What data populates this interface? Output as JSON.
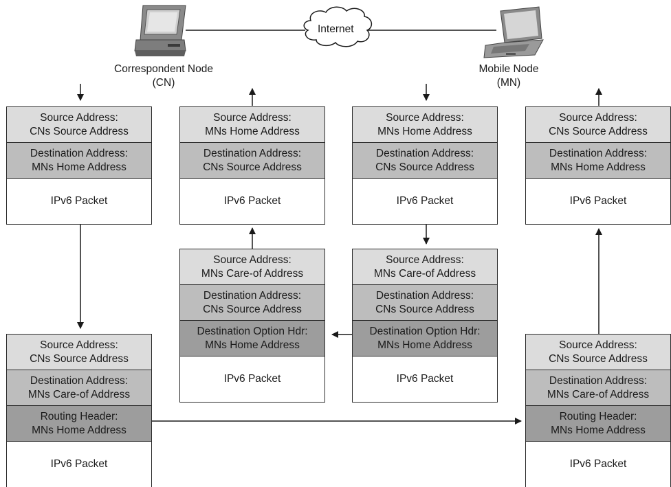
{
  "internet_label": "Internet",
  "nodes": {
    "cn": {
      "name": "Correspondent Node",
      "abbr": "(CN)"
    },
    "mn": {
      "name": "Mobile Node",
      "abbr": "(MN)"
    }
  },
  "packets": {
    "p1": {
      "rows": [
        {
          "line1": "Source Address:",
          "line2": "CNs Source Address"
        },
        {
          "line1": "Destination Address:",
          "line2": "MNs Home Address"
        },
        {
          "line1": "IPv6 Packet",
          "line2": ""
        }
      ]
    },
    "p2": {
      "rows": [
        {
          "line1": "Source Address:",
          "line2": "MNs Home Address"
        },
        {
          "line1": "Destination Address:",
          "line2": "CNs Source Address"
        },
        {
          "line1": "IPv6 Packet",
          "line2": ""
        }
      ]
    },
    "p3": {
      "rows": [
        {
          "line1": "Source Address:",
          "line2": "MNs Home Address"
        },
        {
          "line1": "Destination Address:",
          "line2": "CNs Source Address"
        },
        {
          "line1": "IPv6 Packet",
          "line2": ""
        }
      ]
    },
    "p4": {
      "rows": [
        {
          "line1": "Source Address:",
          "line2": "CNs Source Address"
        },
        {
          "line1": "Destination Address:",
          "line2": "MNs Home Address"
        },
        {
          "line1": "IPv6 Packet",
          "line2": ""
        }
      ]
    },
    "p5": {
      "rows": [
        {
          "line1": "Source Address:",
          "line2": "MNs Care-of Address"
        },
        {
          "line1": "Destination Address:",
          "line2": "CNs Source Address"
        },
        {
          "line1": "Destination Option Hdr:",
          "line2": "MNs Home Address"
        },
        {
          "line1": "IPv6 Packet",
          "line2": ""
        }
      ]
    },
    "p6": {
      "rows": [
        {
          "line1": "Source Address:",
          "line2": "MNs Care-of Address"
        },
        {
          "line1": "Destination Address:",
          "line2": "CNs Source Address"
        },
        {
          "line1": "Destination Option Hdr:",
          "line2": "MNs Home Address"
        },
        {
          "line1": "IPv6 Packet",
          "line2": ""
        }
      ]
    },
    "p7": {
      "rows": [
        {
          "line1": "Source Address:",
          "line2": "CNs Source Address"
        },
        {
          "line1": "Destination Address:",
          "line2": "MNs Care-of Address"
        },
        {
          "line1": "Routing Header:",
          "line2": "MNs Home Address"
        },
        {
          "line1": "IPv6 Packet",
          "line2": ""
        }
      ]
    },
    "p8": {
      "rows": [
        {
          "line1": "Source Address:",
          "line2": "CNs Source Address"
        },
        {
          "line1": "Destination Address:",
          "line2": "MNs Care-of Address"
        },
        {
          "line1": "Routing Header:",
          "line2": "MNs Home Address"
        },
        {
          "line1": "IPv6 Packet",
          "line2": ""
        }
      ]
    }
  }
}
